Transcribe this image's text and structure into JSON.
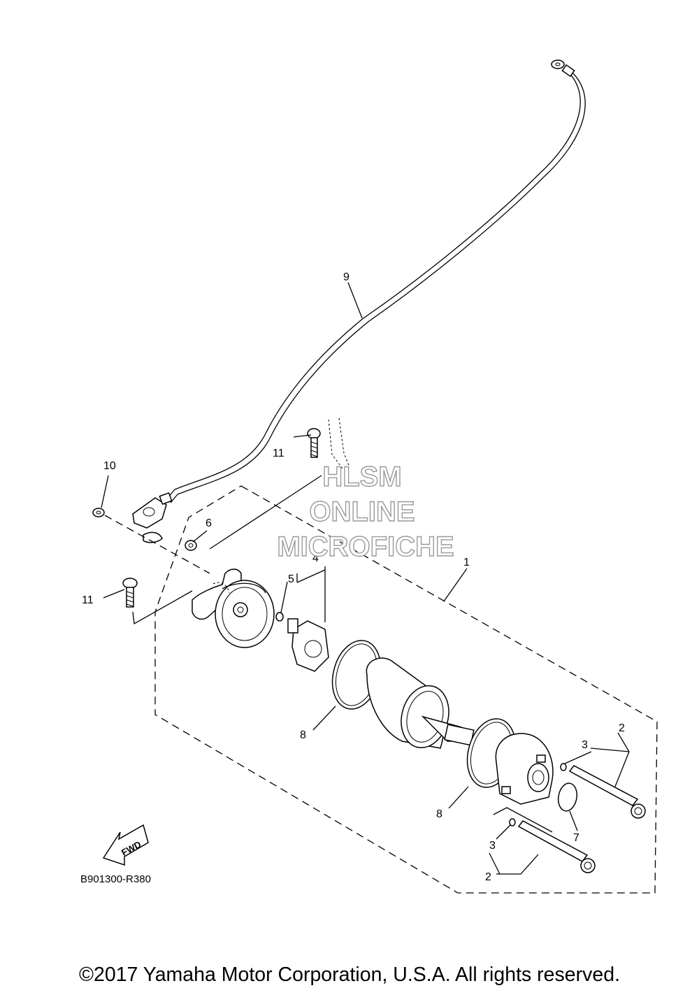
{
  "diagram": {
    "callouts": {
      "c1": "1",
      "c2a": "2",
      "c2b": "2",
      "c3a": "3",
      "c3b": "3",
      "c4": "4",
      "c5": "5",
      "c6": "6",
      "c7": "7",
      "c8a": "8",
      "c8b": "8",
      "c9": "9",
      "c10": "10",
      "c11a": "11",
      "c11b": "11"
    },
    "fwd_label": "FWD",
    "diagram_code": "B901300-R380",
    "watermark": {
      "line1": "HLSM",
      "line2": "ONLINE",
      "line3": "MICROFICHE"
    }
  },
  "footer": {
    "copyright": "©2017 Yamaha Motor Corporation, U.S.A. All rights reserved."
  }
}
